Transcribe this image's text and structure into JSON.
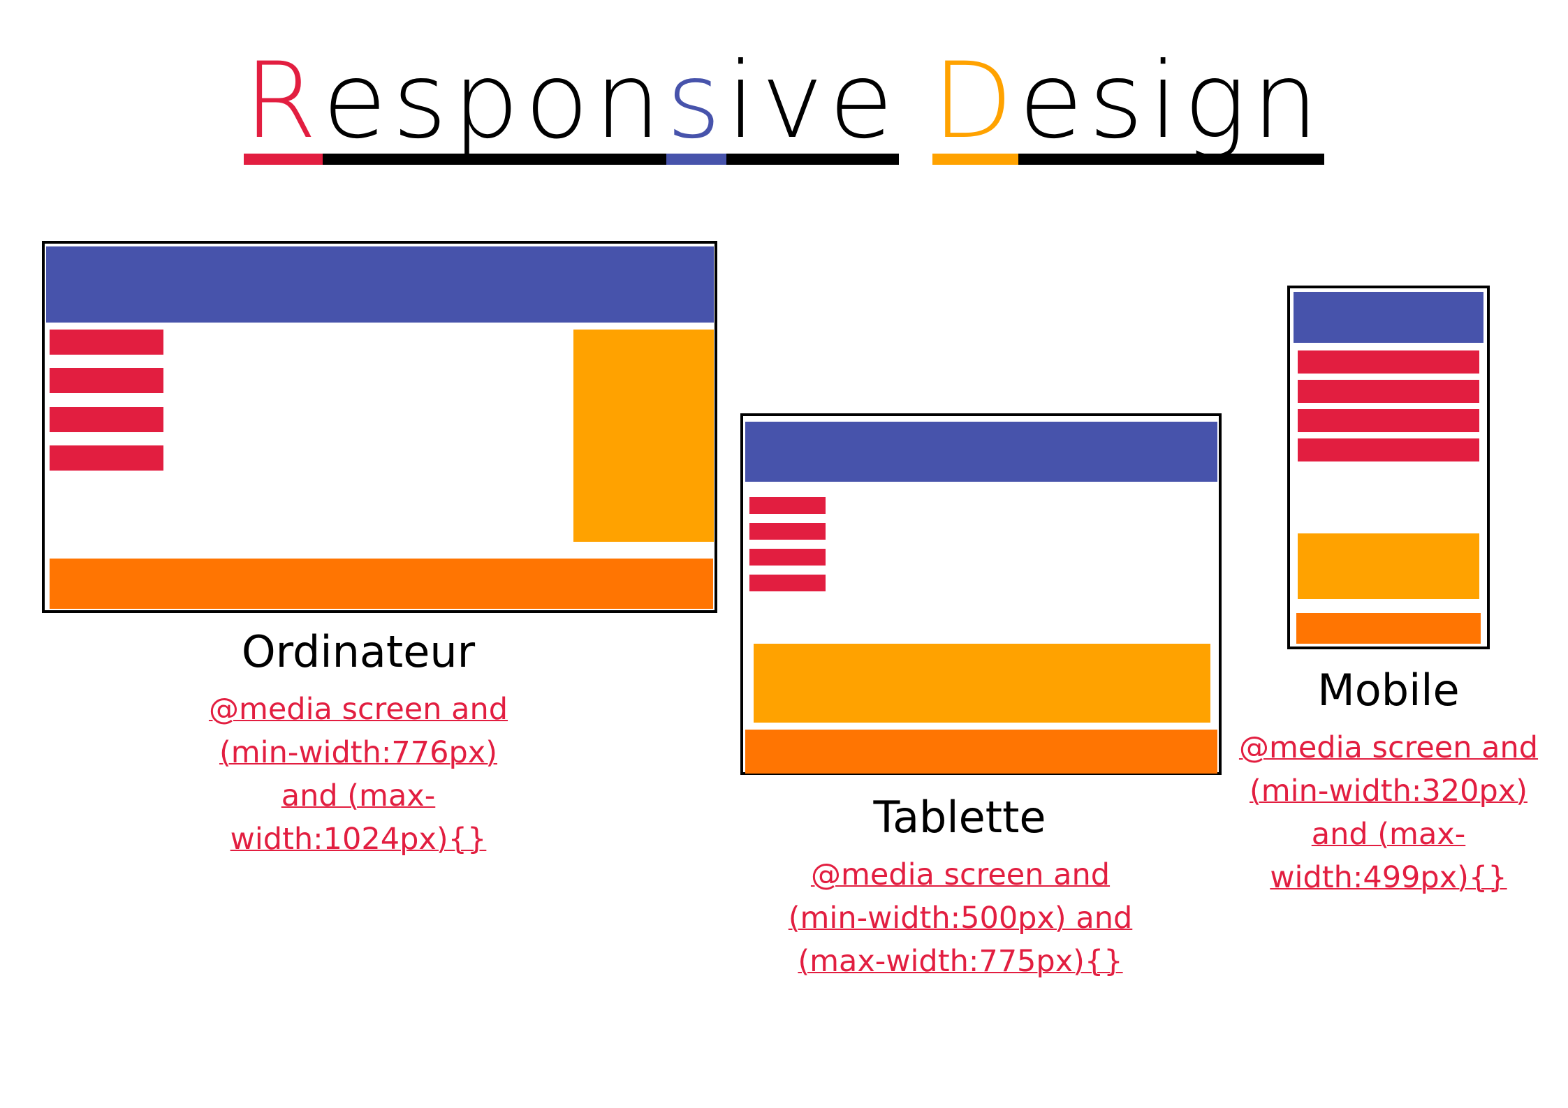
{
  "colors": {
    "blue": "#4753ab",
    "red": "#e21e40",
    "amber": "#ffa200",
    "orange": "#ff7502",
    "black": "#000000"
  },
  "title": {
    "segments": [
      {
        "text": "R",
        "color": "red"
      },
      {
        "text": "espon",
        "color": "black"
      },
      {
        "text": "s",
        "color": "blue"
      },
      {
        "text": "ive",
        "color": "black"
      },
      {
        "text": " ",
        "color": "space"
      },
      {
        "text": "D",
        "color": "amber"
      },
      {
        "text": "esign",
        "color": "black"
      }
    ]
  },
  "devices": {
    "desktop": {
      "label": "Ordinateur",
      "media_query_lines": [
        "@media screen and",
        "(min-width:776px)",
        "and (max-",
        "width:1024px){}"
      ]
    },
    "tablet": {
      "label": "Tablette",
      "media_query_lines": [
        "@media screen and",
        "(min-width:500px) and",
        "(max-width:775px){} "
      ]
    },
    "mobile": {
      "label": "Mobile",
      "media_query_lines": [
        "@media screen and",
        "(min-width:320px)",
        "and (max-",
        "width:499px){}"
      ]
    }
  }
}
